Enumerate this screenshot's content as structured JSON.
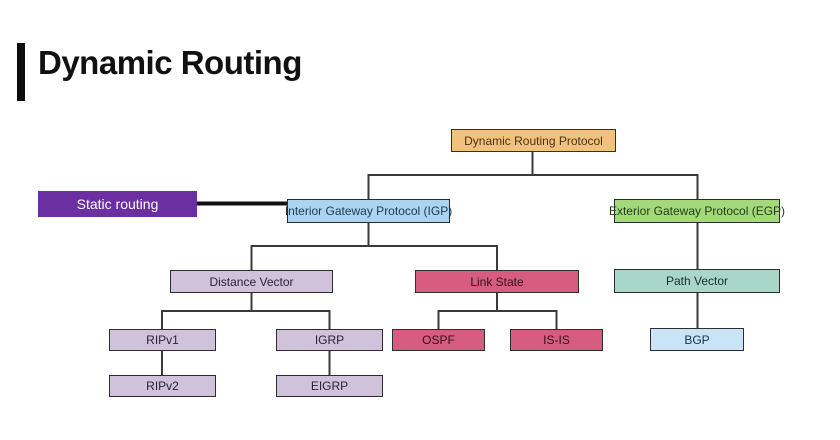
{
  "header": {
    "title": "Dynamic Routing"
  },
  "diagram": {
    "border_color": "#2e2e2e",
    "connector_color": "#3a3a3a",
    "static_link_color": "#111111",
    "nodes": {
      "drp": {
        "label": "Dynamic Routing Protocol",
        "fill": "#F2C27D",
        "text_color": "#4a3418"
      },
      "static": {
        "label": "Static routing",
        "fill": "#6C2FA2",
        "text_color": "#ffffff"
      },
      "igp": {
        "label": "Interior Gateway Protocol (IGP)",
        "fill": "#AAD4F0",
        "text_color": "#1d3b52"
      },
      "egp": {
        "label": "Exterior Gateway Protocol (EGP)",
        "fill": "#A3D87B",
        "text_color": "#1f3d14"
      },
      "distance_vector": {
        "label": "Distance Vector",
        "fill": "#CFC2DA",
        "text_color": "#2b2338"
      },
      "link_state": {
        "label": "Link State",
        "fill": "#D65C80",
        "text_color": "#3a0d1d"
      },
      "path_vector": {
        "label": "Path Vector",
        "fill": "#A8D6C8",
        "text_color": "#173229"
      },
      "ripv1": {
        "label": "RIPv1",
        "fill": "#CFC2DA",
        "text_color": "#2b2338"
      },
      "igrp": {
        "label": "IGRP",
        "fill": "#CFC2DA",
        "text_color": "#2b2338"
      },
      "ospf": {
        "label": "OSPF",
        "fill": "#D65C80",
        "text_color": "#3a0d1d"
      },
      "isis": {
        "label": "IS-IS",
        "fill": "#D65C80",
        "text_color": "#3a0d1d"
      },
      "bgp": {
        "label": "BGP",
        "fill": "#CAE4F7",
        "text_color": "#16324a"
      },
      "ripv2": {
        "label": "RIPv2",
        "fill": "#CFC2DA",
        "text_color": "#2b2338"
      },
      "eigrp": {
        "label": "EIGRP",
        "fill": "#CFC2DA",
        "text_color": "#2b2338"
      }
    },
    "edges": [
      {
        "from": "Dynamic Routing Protocol",
        "to": "Interior Gateway Protocol (IGP)"
      },
      {
        "from": "Dynamic Routing Protocol",
        "to": "Exterior Gateway Protocol (EGP)"
      },
      {
        "from": "Static routing",
        "to": "Interior Gateway Protocol (IGP)"
      },
      {
        "from": "Interior Gateway Protocol (IGP)",
        "to": "Distance Vector"
      },
      {
        "from": "Interior Gateway Protocol (IGP)",
        "to": "Link State"
      },
      {
        "from": "Exterior Gateway Protocol (EGP)",
        "to": "Path Vector"
      },
      {
        "from": "Distance Vector",
        "to": "RIPv1"
      },
      {
        "from": "Distance Vector",
        "to": "IGRP"
      },
      {
        "from": "Link State",
        "to": "OSPF"
      },
      {
        "from": "Link State",
        "to": "IS-IS"
      },
      {
        "from": "Path Vector",
        "to": "BGP"
      },
      {
        "from": "RIPv1",
        "to": "RIPv2"
      },
      {
        "from": "IGRP",
        "to": "EIGRP"
      }
    ]
  }
}
